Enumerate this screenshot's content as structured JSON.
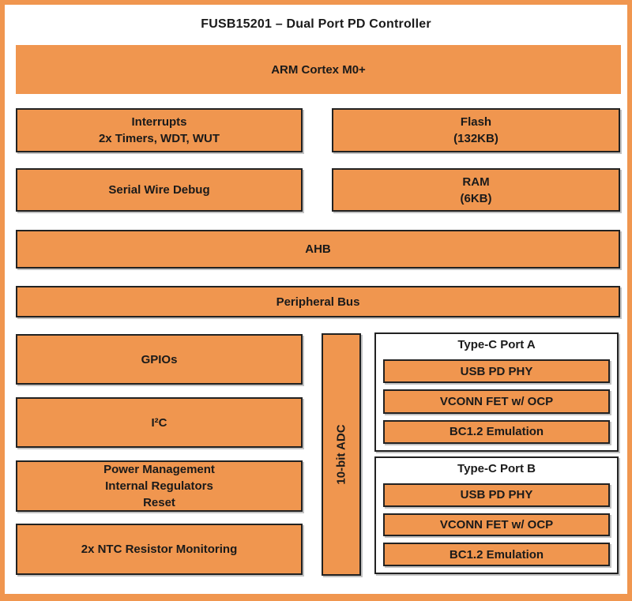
{
  "diagram": {
    "title": "FUSB15201 – Dual Port PD Controller",
    "colors": {
      "block_fill": "#f0964f",
      "block_border": "#222222",
      "frame_border": "#f0964f",
      "port_box_background": "#ffffff",
      "text": "#1a1a1a"
    },
    "blocks": {
      "arm": "ARM Cortex M0+",
      "interrupts_line1": "Interrupts",
      "interrupts_line2": "2x Timers, WDT, WUT",
      "flash_line1": "Flash",
      "flash_line2": "(132KB)",
      "serial_wire_debug": "Serial Wire Debug",
      "ram_line1": "RAM",
      "ram_line2": "(6KB)",
      "ahb": "AHB",
      "peripheral_bus": "Peripheral Bus",
      "gpios": "GPIOs",
      "i2c": "I²C",
      "power_mgmt_line1": "Power Management",
      "power_mgmt_line2": "Internal Regulators",
      "power_mgmt_line3": "Reset",
      "ntc": "2x NTC Resistor Monitoring",
      "adc": "10-bit ADC",
      "port_a": {
        "title": "Type-C Port A",
        "items": [
          "USB PD PHY",
          "VCONN FET w/ OCP",
          "BC1.2 Emulation"
        ]
      },
      "port_b": {
        "title": "Type-C Port B",
        "items": [
          "USB PD PHY",
          "VCONN FET w/ OCP",
          "BC1.2 Emulation"
        ]
      }
    }
  }
}
